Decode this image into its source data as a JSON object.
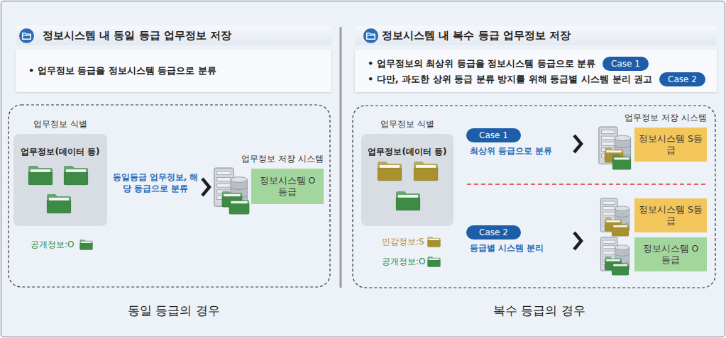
{
  "diagram": {
    "nodes": [
      {
        "text": [
          "정보시스템 내 동일 등급 업무정보 저장"
        ]
      },
      {
        "text": [
          "• 업무정보 등급을 정보시스템 등급으로 분류"
        ]
      },
      {
        "text": [
          "업무정보 식별",
          "업무정보(데이터 등)"
        ]
      },
      {
        "text": [
          "업무정보 저장 시스템",
          "정보시스템 O등급"
        ]
      },
      {
        "text": [
          "정보시스템 내 복수 등급 업무정보 저장"
        ]
      },
      {
        "text": [
          "• 업무정보의 최상위 등급을 정보시스템 등급으로 분류",
          "• 다만, 과도한 상위 등급 분류 방지를 위해 등급별 시스템 분리 권고"
        ]
      },
      {
        "text": [
          "Case 1"
        ],
        "in": 5
      },
      {
        "text": [
          "Case 2"
        ],
        "in": 5
      },
      {
        "text": [
          "업무정보 식별",
          "업무정보(데이터 등)"
        ]
      },
      {
        "text": [
          "Case 1"
        ]
      },
      {
        "text": [
          "업무정보 저장 시스템",
          "정보시스템 S등급"
        ]
      },
      {
        "text": [
          "Case 2"
        ]
      },
      {
        "text": [
          "정보시스템 S등급"
        ]
      },
      {
        "text": [
          "정보시스템 O등급"
        ]
      }
    ],
    "labels": [
      "공개정보:O",
      "동일등급 업무정보, 해당 등급으로 분류",
      "동일 등급의 경우",
      "민감정보:S",
      "공개정보:O",
      "최상위 등급으로 분류",
      "등급별 시스템 분리",
      "복수 등급의 경우"
    ]
  }
}
